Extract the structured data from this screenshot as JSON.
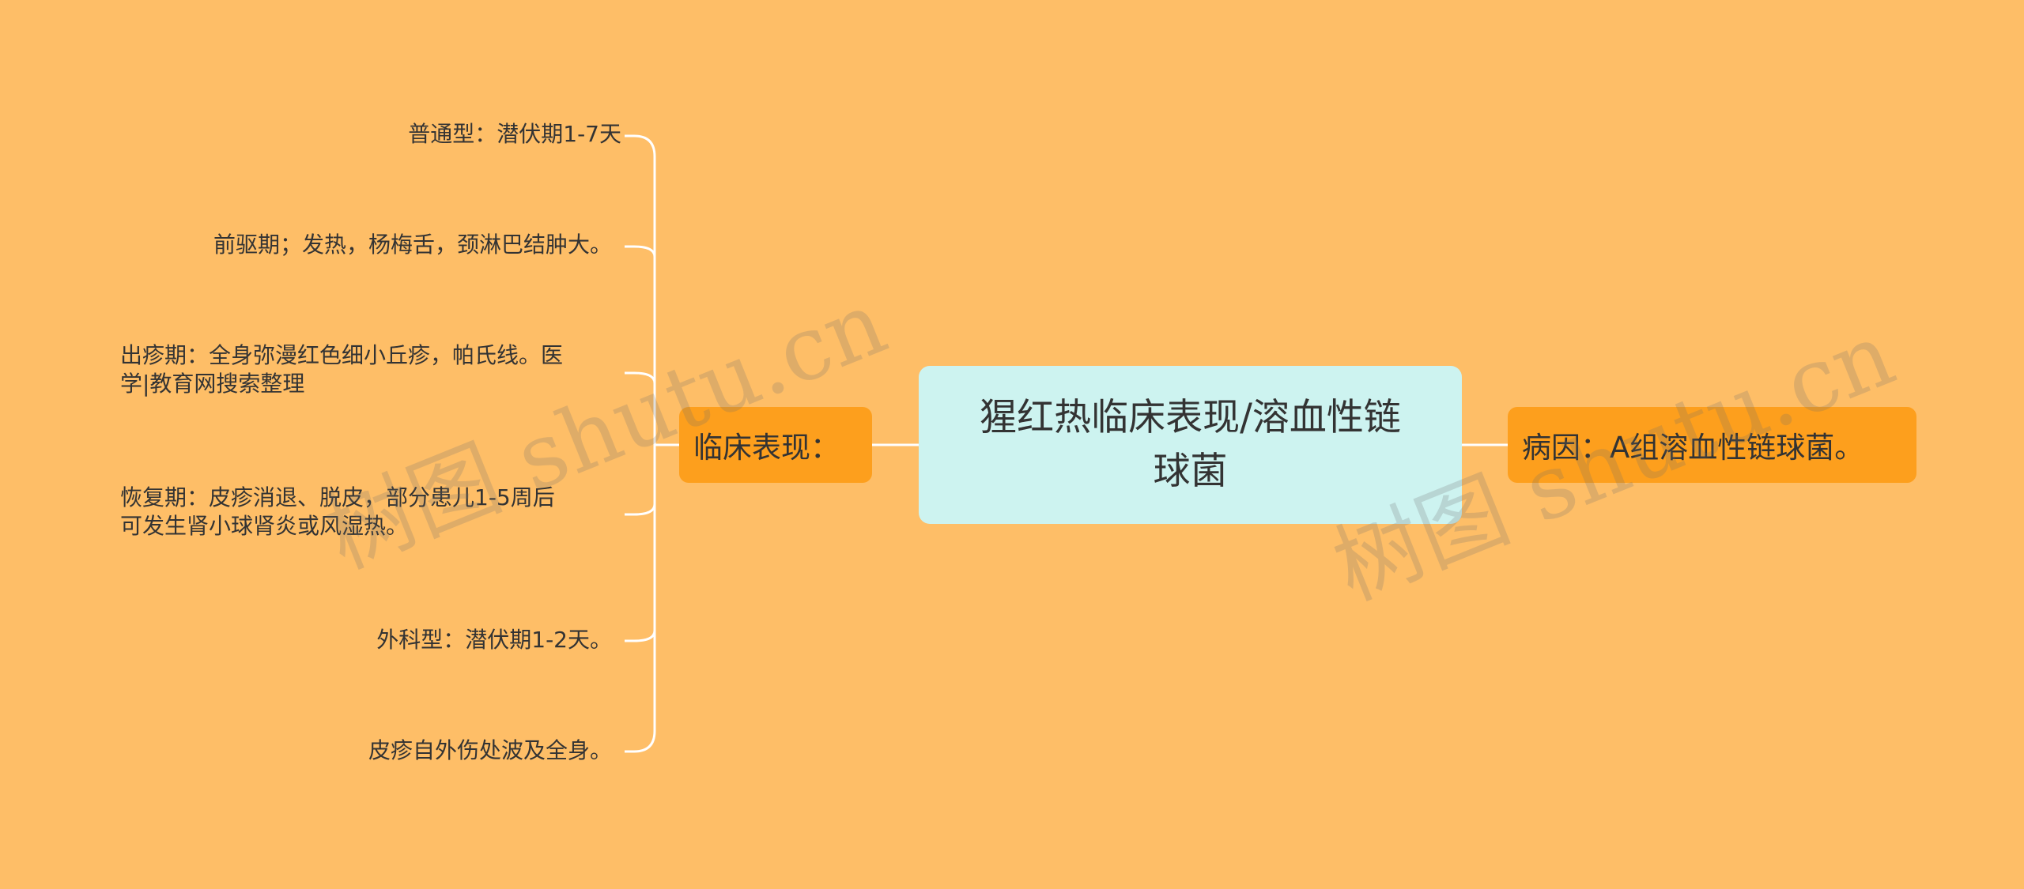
{
  "root": {
    "line1": "猩红热临床表现/溶血性链",
    "line2": "球菌"
  },
  "branches": {
    "clinical": "临床表现：",
    "cause": "病因：A组溶血性链球菌。"
  },
  "leaves": [
    {
      "line1": "普通型：潜伏期1-7天",
      "line2": ""
    },
    {
      "line1": "前驱期；发热，杨梅舌，颈淋巴结肿大。",
      "line2": ""
    },
    {
      "line1": "出疹期：全身弥漫红色细小丘疹，帕氏线。医",
      "line2": "学|教育网搜索整理"
    },
    {
      "line1": "恢复期：皮疹消退、脱皮，部分患儿1-5周后",
      "line2": "可发生肾小球肾炎或风湿热。"
    },
    {
      "line1": "外科型：潜伏期1-2天。",
      "line2": ""
    },
    {
      "line1": "皮疹自外伤处波及全身。",
      "line2": ""
    }
  ],
  "watermark": {
    "left": "树图 shutu.cn",
    "right": "树图 shutu.cn"
  },
  "colors": {
    "background": "#FEBE67",
    "root_fill": "#CDF3F0",
    "branch_fill": "#FD9F1D",
    "link": "#FFFFFF",
    "text": "#333333"
  }
}
